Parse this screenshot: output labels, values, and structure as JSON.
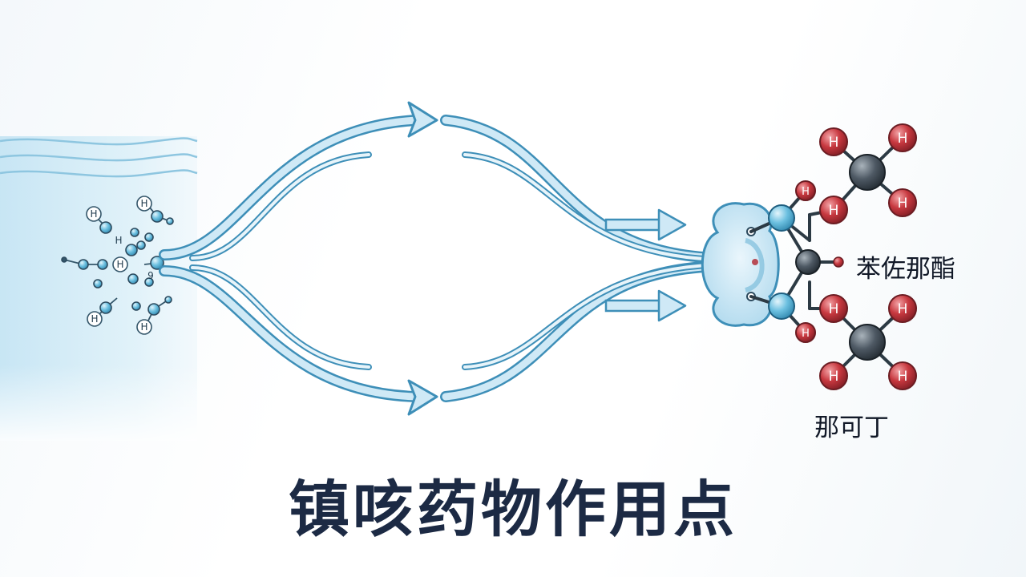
{
  "title": "镇咳药物作用点",
  "labels": {
    "benzonatate": "苯佐那酯",
    "noscapine": "那可丁"
  },
  "atom_symbol": "H",
  "small_label": "9",
  "colors": {
    "title": "#1c2a44",
    "flow_stroke": "#3e8fb8",
    "flow_fill": "#cfe9f6",
    "fluid": "#cfe9f5",
    "hydrogen": "#c0343d",
    "carbon": "#4a5560",
    "blue_atom": "#5fb8dc",
    "label_text": "#111827"
  },
  "icons": [
    "wave-lines",
    "molecule-cluster",
    "flow-arrow",
    "receptor-ending",
    "ball-and-stick-molecule"
  ]
}
